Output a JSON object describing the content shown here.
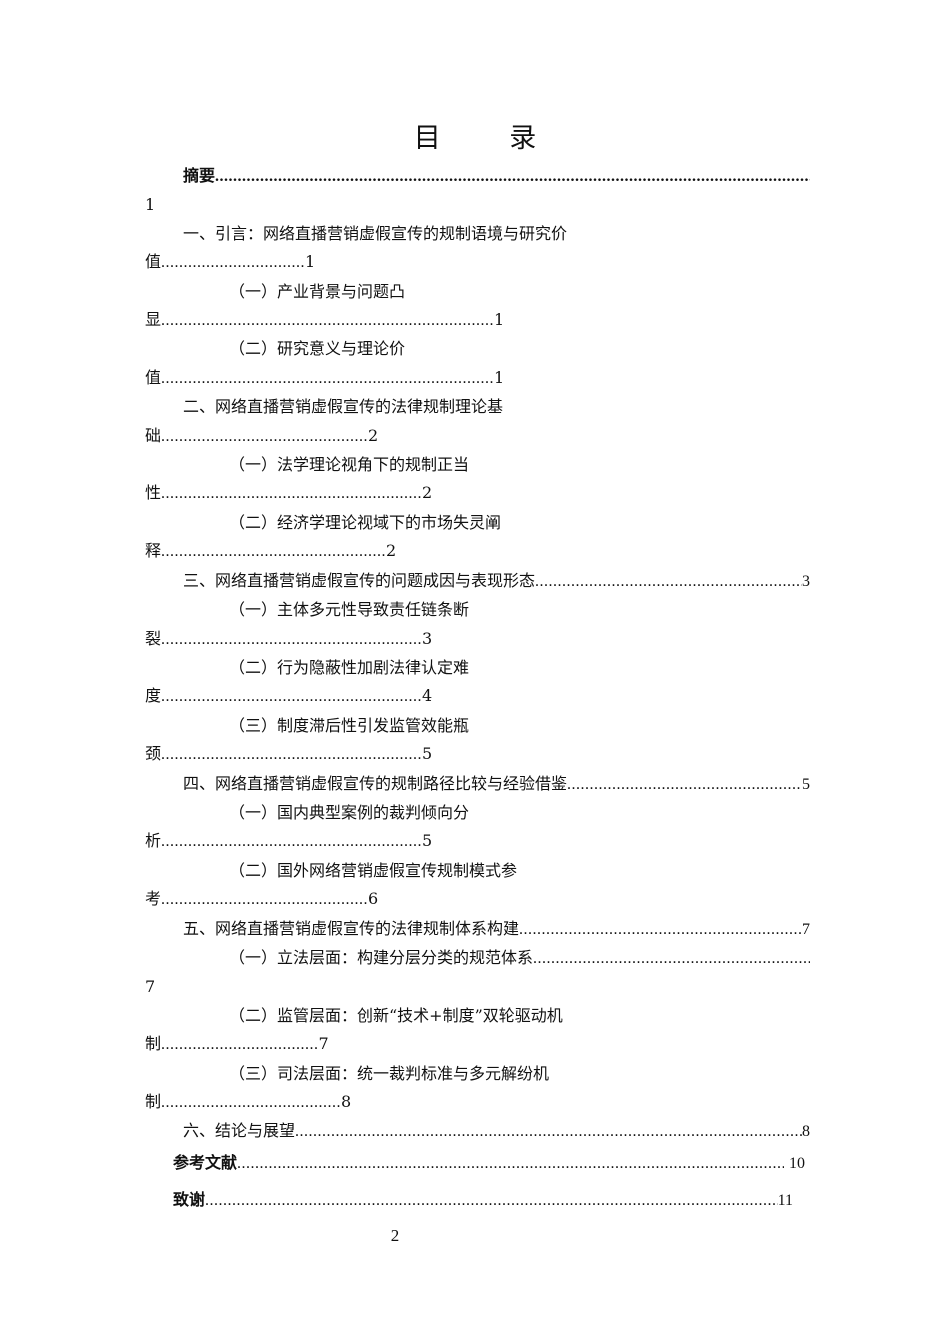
{
  "doc": {
    "title": "目 录",
    "page_number": "2",
    "entries": [
      {
        "label": "摘要",
        "page": "1"
      },
      {
        "label": "一、引言：网络直播营销虚假宣传的规制语境与研究价",
        "wrap": "值",
        "dots": "................................",
        "page": "1"
      },
      {
        "label": "（一）产业背景与问题凸",
        "wrap": "显",
        "dots": "..........................................................................",
        "page": "1"
      },
      {
        "label": "（二）研究意义与理论价",
        "wrap": "值",
        "dots": "..........................................................................",
        "page": "1"
      },
      {
        "label": "二、网络直播营销虚假宣传的法律规制理论基",
        "wrap": "础",
        "dots": "..............................................",
        "page": "2"
      },
      {
        "label": "（一）法学理论视角下的规制正当",
        "wrap": "性",
        "dots": "..........................................................",
        "page": "2"
      },
      {
        "label": "（二）经济学理论视域下的市场失灵阐",
        "wrap": "释",
        "dots": "..................................................",
        "page": "2"
      },
      {
        "label": "三、网络直播营销虚假宣传的问题成因与表现形态",
        "page": "3"
      },
      {
        "label": "（一）主体多元性导致责任链条断",
        "wrap": "裂",
        "dots": "..........................................................",
        "page": "3"
      },
      {
        "label": "（二）行为隐蔽性加剧法律认定难",
        "wrap": "度",
        "dots": "..........................................................",
        "page": "4"
      },
      {
        "label": "（三）制度滞后性引发监管效能瓶",
        "wrap": "颈",
        "dots": "..........................................................",
        "page": "5"
      },
      {
        "label": "四、网络直播营销虚假宣传的规制路径比较与经验借鉴",
        "page": "5"
      },
      {
        "label": "（一）国内典型案例的裁判倾向分",
        "wrap": "析",
        "dots": "..........................................................",
        "page": "5"
      },
      {
        "label": "（二）国外网络营销虚假宣传规制模式参",
        "wrap": "考",
        "dots": "..............................................",
        "page": "6"
      },
      {
        "label": "五、网络直播营销虚假宣传的法律规制体系构建",
        "page": "7"
      },
      {
        "label": "（一）立法层面：构建分层分类的规范体系",
        "page": "7"
      },
      {
        "label": "（二）监管层面：创新“技术+制度”双轮驱动机",
        "wrap": "制",
        "dots": "...................................",
        "page": "7"
      },
      {
        "label": "（三）司法层面：统一裁判标准与多元解纷机",
        "wrap": "制",
        "dots": "........................................",
        "page": "8"
      },
      {
        "label": "六、结论与展望",
        "page": "8"
      },
      {
        "label": "参考文献",
        "page": "10"
      },
      {
        "label": "致谢",
        "page": "11"
      }
    ]
  }
}
